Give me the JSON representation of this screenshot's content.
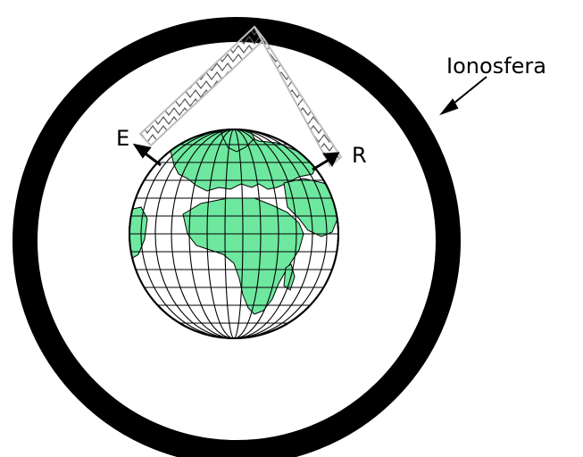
{
  "labels": {
    "ionosphere": "Ionosfera",
    "emitter": "E",
    "receiver": "R"
  },
  "colors": {
    "ionosphere_ring": "#000000",
    "land": "#6ee89f",
    "ocean": "#ffffff",
    "grid_lines": "#000000",
    "wave_path": "#c8c8c8"
  },
  "icons": {
    "globe": "earth-globe-icon",
    "wave": "zigzag-radio-wave"
  }
}
